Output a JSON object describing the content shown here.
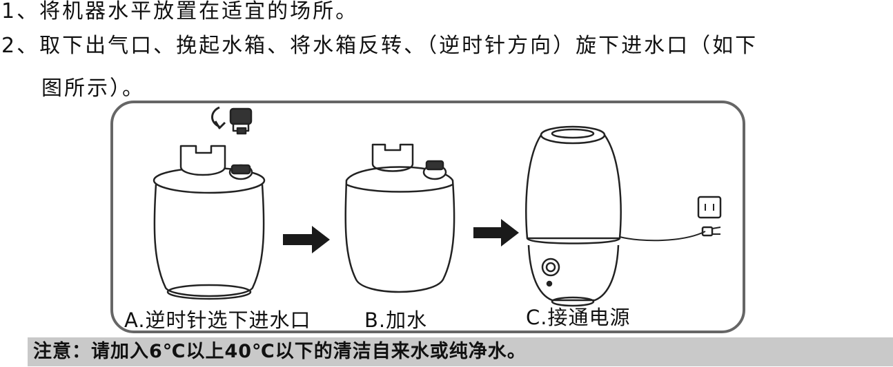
{
  "steps": {
    "step1": "1、将机器水平放置在适宜的场所。",
    "step2_line1": "2、取下出气口、挽起水箱、将水箱反转、（逆时针方向）旋下进水口（如下",
    "step2_line2": "图所示）。"
  },
  "figure": {
    "caption_a": "A.逆时针选下进水口",
    "caption_b": "B.加水",
    "caption_c": "C.接通电源"
  },
  "note": "注意：请加入6℃以上40℃以下的清洁自来水或纯净水。"
}
